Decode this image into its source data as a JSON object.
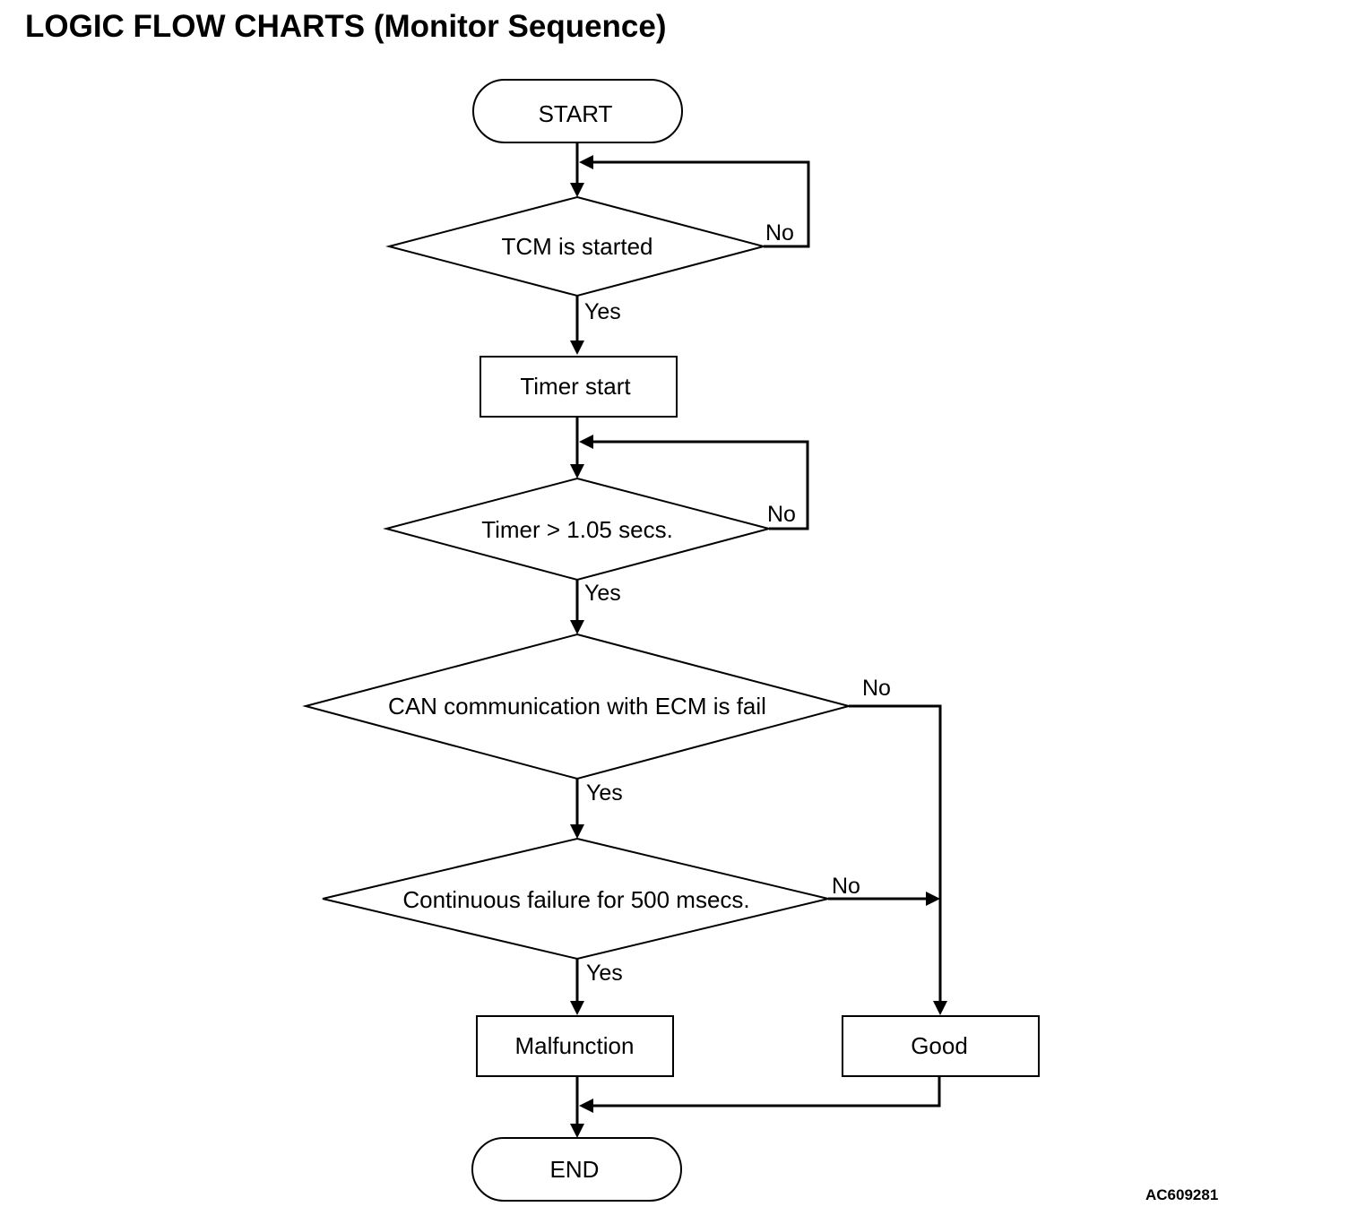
{
  "title": "LOGIC FLOW CHARTS (Monitor Sequence)",
  "figure_code": "AC609281",
  "nodes": {
    "start": "START",
    "tcm_started": "TCM is started",
    "timer_start": "Timer start",
    "timer_check": "Timer > 1.05 secs.",
    "can_fail": "CAN communication with ECM is fail",
    "continuous_failure": "Continuous failure for 500 msecs.",
    "malfunction": "Malfunction",
    "good": "Good",
    "end": "END"
  },
  "edge_labels": {
    "yes": "Yes",
    "no": "No"
  },
  "colors": {
    "line": "#000000",
    "fill": "#ffffff"
  }
}
